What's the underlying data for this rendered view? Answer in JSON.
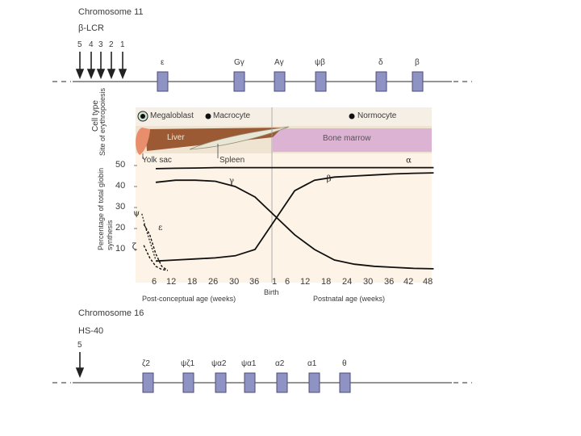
{
  "chr11": {
    "title": "Chromosome 11",
    "lcr_label": "β-LCR",
    "hs_sites": [
      "5",
      "4",
      "3",
      "2",
      "1"
    ],
    "genes": [
      "ε",
      "Gγ",
      "Aγ",
      "ψβ",
      "δ",
      "β"
    ]
  },
  "chart": {
    "cell_type_label": "Cell type",
    "site_label": "Site of erythropoiesis",
    "cell_types": [
      "Megaloblast",
      "Macrocyte",
      "Normocyte"
    ],
    "sites": [
      "Liver",
      "Spleen",
      "Bone marrow",
      "Yolk sac"
    ],
    "ylabel": "Percentage of total globin synthesis",
    "x_left_label": "Post-conceptual age (weeks)",
    "x_right_label": "Postnatal age (weeks)",
    "birth_label": "Birth"
  },
  "chart_data": {
    "type": "line",
    "yticks": [
      "50",
      "40",
      "30",
      "20",
      "10"
    ],
    "xticks": [
      "6",
      "12",
      "18",
      "26",
      "30",
      "36",
      "1",
      "6",
      "12",
      "18",
      "24",
      "30",
      "36",
      "42",
      "48"
    ],
    "ylim": [
      0,
      50
    ],
    "series": [
      {
        "name": "α",
        "x": [
          0,
          1,
          2,
          3,
          4,
          5,
          6,
          7,
          8,
          9,
          10,
          11,
          12,
          13,
          14
        ],
        "values": [
          48.5,
          48.7,
          48.8,
          49,
          49,
          49,
          49,
          49,
          49,
          49,
          49,
          49,
          49,
          49,
          49
        ]
      },
      {
        "name": "γ",
        "x": [
          0,
          1,
          2,
          3,
          4,
          5,
          6,
          7,
          8,
          9,
          10,
          11,
          12,
          13,
          14
        ],
        "values": [
          42,
          43,
          43,
          42.5,
          40,
          35,
          26,
          17,
          10,
          5,
          3,
          2,
          1.5,
          1,
          0.8
        ]
      },
      {
        "name": "β",
        "x": [
          0,
          1,
          2,
          3,
          4,
          5,
          6,
          7,
          8,
          9,
          10,
          11,
          12,
          13,
          14
        ],
        "values": [
          4.5,
          5,
          5.5,
          6,
          7,
          10,
          24,
          38,
          43,
          44.5,
          45,
          45.5,
          46,
          46.3,
          46.5
        ]
      },
      {
        "name": "ε",
        "x": [
          -0.6,
          -0.3,
          0,
          0.3,
          0.6
        ],
        "values": [
          22,
          17,
          8,
          2,
          0
        ]
      },
      {
        "name": "ζ",
        "x": [
          -0.6,
          -0.3,
          0,
          0.3,
          0.6
        ],
        "values": [
          12,
          6,
          2,
          0.5,
          0
        ]
      },
      {
        "name": "ψ",
        "x": [
          -0.7,
          -0.5,
          -0.3,
          0
        ],
        "values": [
          27,
          20,
          14,
          5
        ]
      }
    ]
  },
  "chr16": {
    "title": "Chromosome 16",
    "hs_label": "HS-40",
    "hs_sites": [
      "5"
    ],
    "genes": [
      "ζ2",
      "ψζ1",
      "ψα2",
      "ψα1",
      "α2",
      "α1",
      "θ"
    ]
  },
  "colors": {
    "gene_box": "#8f93c4",
    "liver": "#9b5a34",
    "bone_marrow": "#dcb3d3",
    "chart_bg": "#fdf3e6",
    "band_bg": "#efe3d2"
  }
}
